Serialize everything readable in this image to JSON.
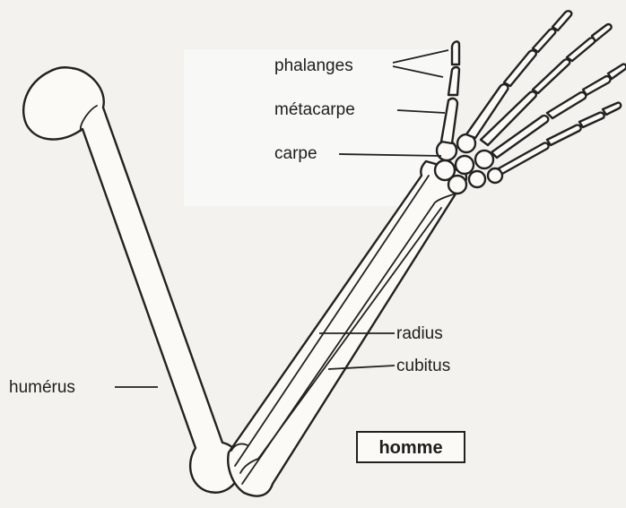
{
  "labels": {
    "phalanges": "phalanges",
    "metacarpe": "métacarpe",
    "carpe": "carpe",
    "radius": "radius",
    "cubitus": "cubitus",
    "humerus": "humérus",
    "homme": "homme"
  },
  "colors": {
    "background": "#f3f2ee",
    "ink": "#222222",
    "bone_fill": "#fbfaf6"
  }
}
